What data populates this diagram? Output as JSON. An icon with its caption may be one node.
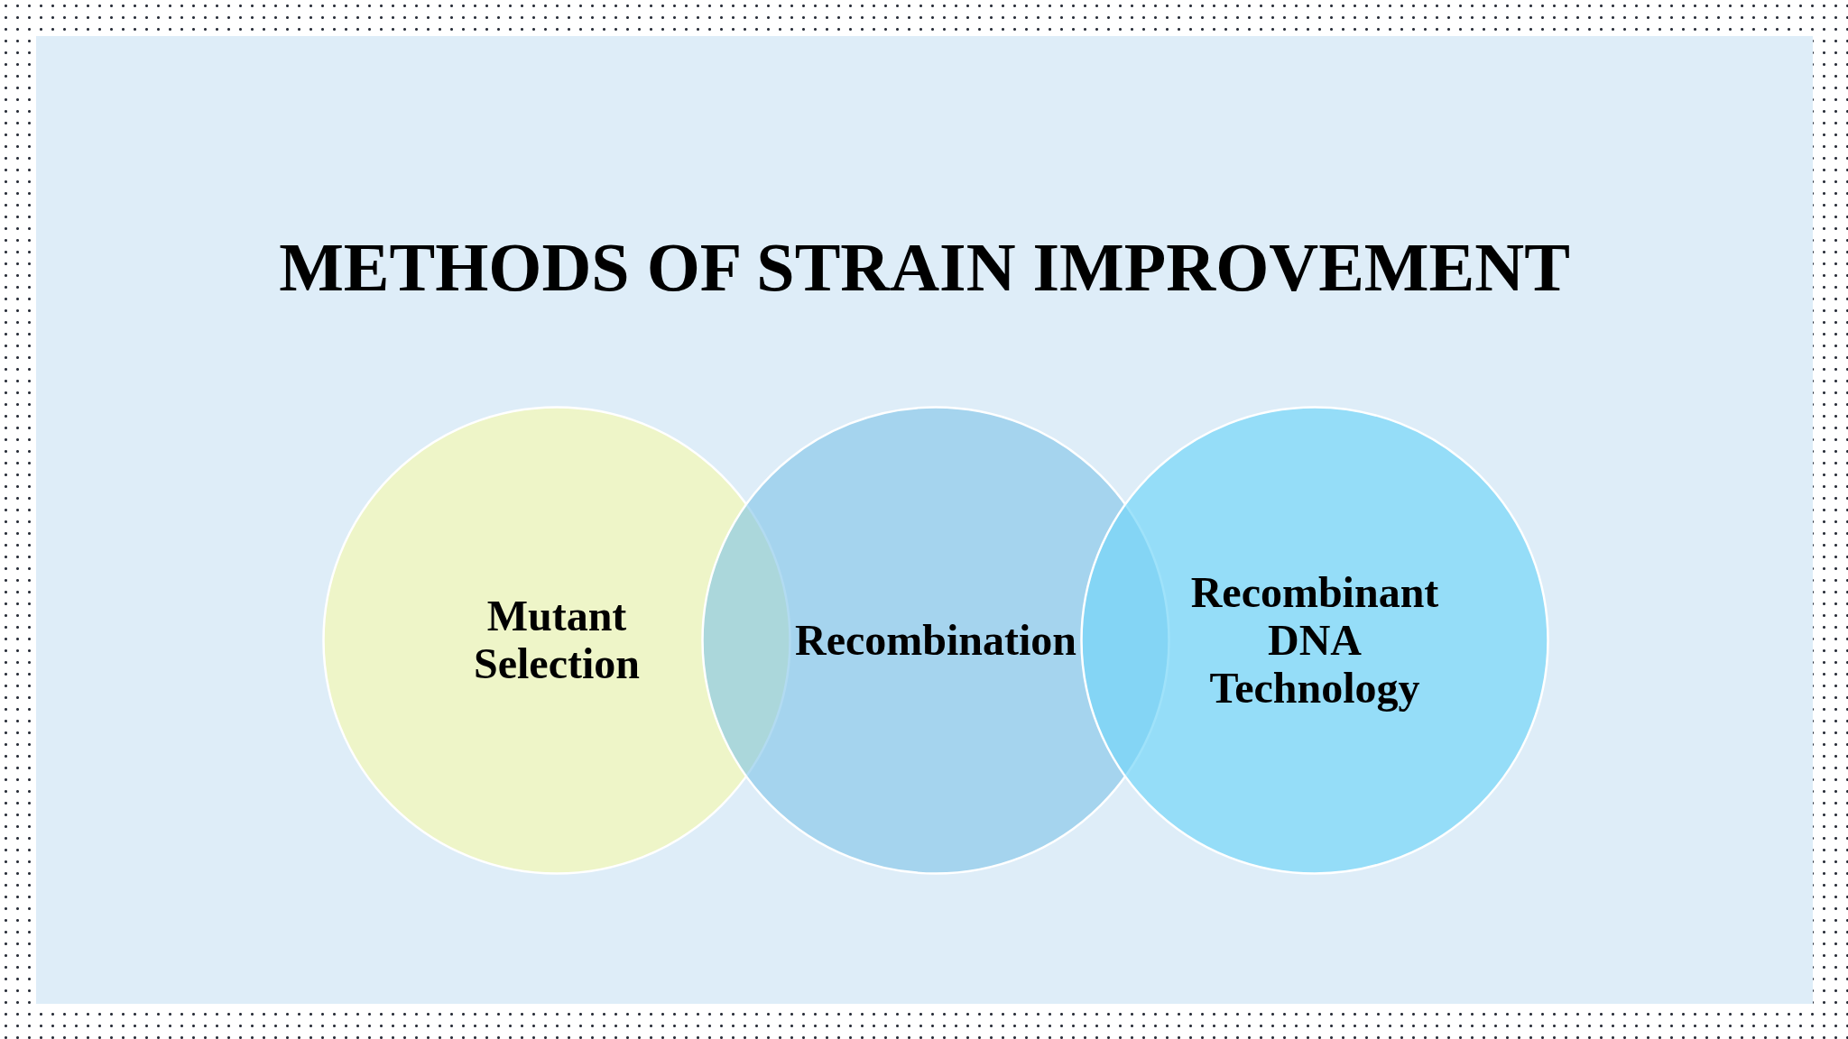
{
  "diagram": {
    "title": "METHODS OF STRAIN IMPROVEMENT",
    "nodes": [
      {
        "text": [
          "Mutant Selection"
        ]
      },
      {
        "text": [
          "Recombination"
        ]
      },
      {
        "text": [
          "Recombinant DNA Technology"
        ]
      }
    ]
  }
}
